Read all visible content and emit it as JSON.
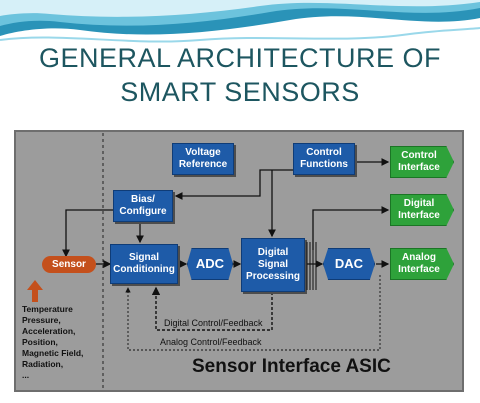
{
  "slide": {
    "title_line1": "GENERAL ARCHITECTURE OF",
    "title_line2": "SMART SENSORS"
  },
  "diagram": {
    "blocks": {
      "voltage_reference": "Voltage\nReference",
      "control_functions": "Control\nFunctions",
      "bias_configure": "Bias/\nConfigure",
      "signal_conditioning": "Signal\nConditioning",
      "adc": "ADC",
      "digital_signal_processing": "Digital\nSignal\nProcessing",
      "dac": "DAC",
      "sensor": "Sensor"
    },
    "interfaces": {
      "control": "Control\nInterface",
      "digital": "Digital\nInterface",
      "analog": "Analog\nInterface"
    },
    "feedback_labels": {
      "digital": "Digital Control/Feedback",
      "analog": "Analog Control/Feedback"
    },
    "stimuli": "Temperature\nPressure,\nAcceleration,\nPosition,\nMagnetic Field,\nRadiation,\n...",
    "asic_label": "Sensor Interface ASIC"
  },
  "colors": {
    "title": "#1d5660",
    "block_blue": "#1e5ba8",
    "interface_green": "#2ea23a",
    "sensor_orange": "#c4501c",
    "panel_gray": "#9c9c9c"
  }
}
